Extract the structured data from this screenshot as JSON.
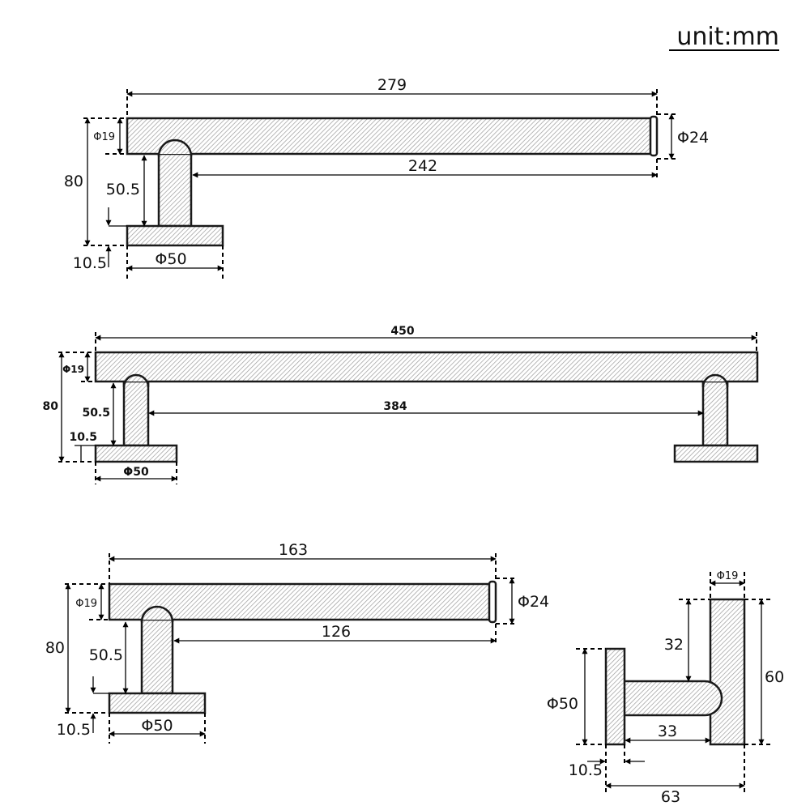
{
  "unit_label": "unit:mm",
  "bar_279": {
    "total_length": "279",
    "inner_length": "242",
    "end_cap_dia": "Φ24",
    "bar_dia": "Φ19",
    "height": "80",
    "post_height": "50.5",
    "base_thickness": "10.5",
    "base_dia": "Φ50"
  },
  "bar_450": {
    "total_length": "450",
    "inner_length": "384",
    "bar_dia": "Φ19",
    "height": "80",
    "post_height": "50.5",
    "base_thickness": "10.5",
    "base_dia": "Φ50"
  },
  "bar_163": {
    "total_length": "163",
    "inner_length": "126",
    "end_cap_dia": "Φ24",
    "bar_dia": "Φ19",
    "height": "80",
    "post_height": "50.5",
    "base_thickness": "10.5",
    "base_dia": "Φ50"
  },
  "hook": {
    "top_dia": "Φ19",
    "upper_length": "32",
    "height": "60",
    "base_dia": "Φ50",
    "arm_length": "33",
    "base_thickness": "10.5",
    "depth": "63"
  }
}
